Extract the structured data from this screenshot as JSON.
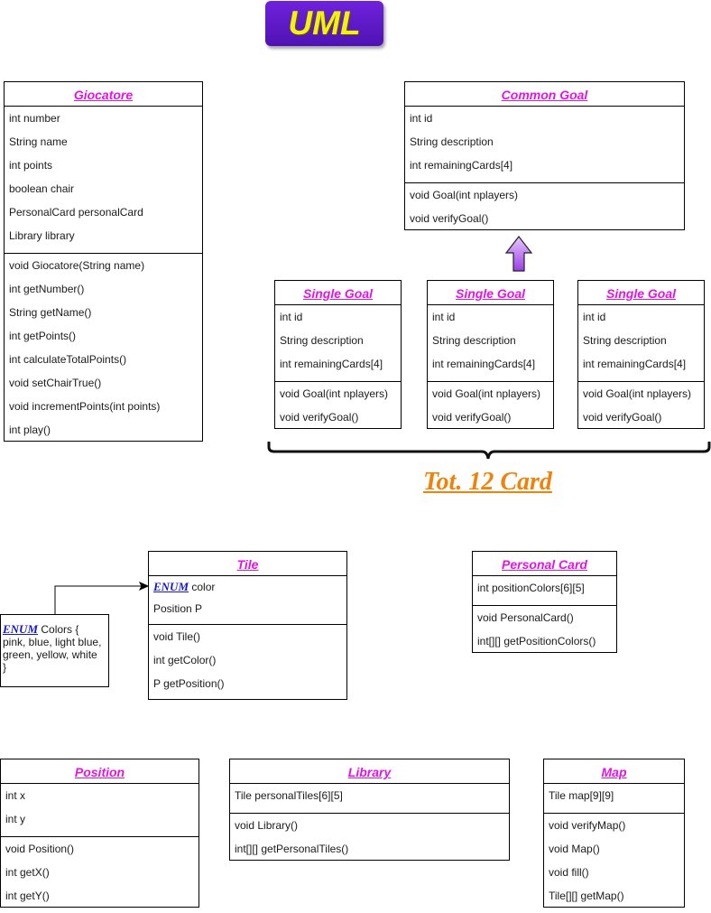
{
  "header": {
    "badge": "UML"
  },
  "giocatore": {
    "title": "Giocatore",
    "attributes": [
      "int number",
      "String name",
      "int points",
      "boolean chair",
      "PersonalCard personalCard",
      "Library library"
    ],
    "methods": [
      "void Giocatore(String name)",
      "int getNumber()",
      "String getName()",
      "int getPoints()",
      "int calculateTotalPoints()",
      "void setChairTrue()",
      "void incrementPoints(int points)",
      "int play()"
    ]
  },
  "common_goal": {
    "title": "Common Goal",
    "attributes": [
      "int id",
      "String description",
      "int remainingCards[4]"
    ],
    "methods": [
      "void Goal(int nplayers)",
      "void verifyGoal()"
    ]
  },
  "single_goals": [
    {
      "title": "Single Goal",
      "attributes": [
        "int id",
        "String description",
        "int remainingCards[4]"
      ],
      "methods": [
        "void Goal(int nplayers)",
        "void verifyGoal()"
      ]
    },
    {
      "title": "Single Goal",
      "attributes": [
        "int id",
        "String description",
        "int remainingCards[4]"
      ],
      "methods": [
        "void Goal(int nplayers)",
        "void verifyGoal()"
      ]
    },
    {
      "title": "Single Goal",
      "attributes": [
        "int id",
        "String description",
        "int remainingCards[4]"
      ],
      "methods": [
        "void Goal(int nplayers)",
        "void verifyGoal()"
      ]
    }
  ],
  "total_cards_label": "Tot. 12 Card",
  "tile": {
    "title": "Tile",
    "enum_keyword": "ENUM",
    "enum_attr_rest": " color",
    "attributes": [
      "Position P"
    ],
    "methods": [
      "void Tile()",
      "int getColor()",
      "P getPosition()"
    ]
  },
  "colors_enum": {
    "keyword": "ENUM",
    "line1_rest": " Colors {",
    "line2": "pink, blue, light blue,",
    "line3": "green, yellow, white",
    "line4": "}"
  },
  "personal_card": {
    "title": "Personal Card",
    "attributes": [
      "int positionColors[6][5]"
    ],
    "methods": [
      "void PersonalCard()",
      "int[][] getPositionColors()"
    ]
  },
  "position": {
    "title": "Position",
    "attributes": [
      "int x",
      "int y"
    ],
    "methods": [
      "void Position()",
      "int getX()",
      "int getY()"
    ]
  },
  "library": {
    "title": "Library",
    "attributes": [
      "Tile personalTiles[6][5]"
    ],
    "methods": [
      "void Library()",
      "int[][] getPersonalTiles()"
    ]
  },
  "map": {
    "title": "Map",
    "attributes": [
      "Tile map[9][9]"
    ],
    "methods": [
      "void verifyMap()",
      "void Map()",
      "void fill()",
      "Tile[][] getMap()"
    ]
  },
  "colors": {
    "title_magenta": "#e016e0",
    "badge_purple": "#6f22dc",
    "badge_text_yellow": "#f2f20e",
    "total_orange": "#f0820a",
    "enum_blue": "#1616cc",
    "inherit_arrow": "#b56cf0"
  }
}
